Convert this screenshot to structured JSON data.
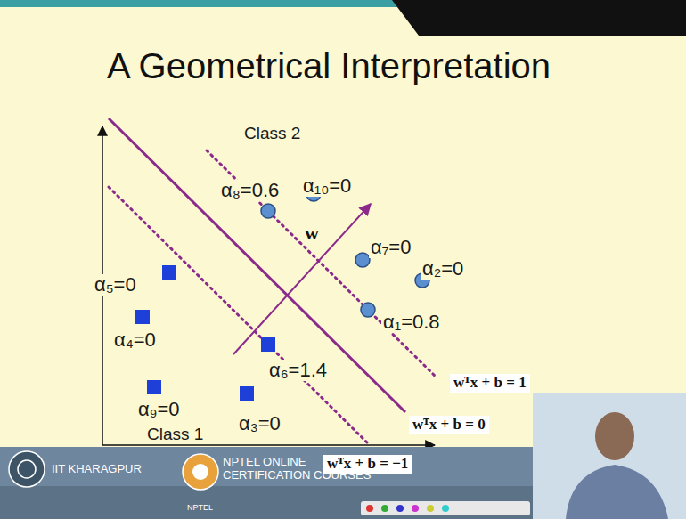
{
  "diagram": {
    "title": "A Geometrical Interpretation",
    "labels": [
      "Class 2",
      "α₈=0.6",
      "α₁₀=0",
      "w",
      "α₇=0",
      "α₂=0",
      "α₅=0",
      "α₁=0.8",
      "α₄=0",
      "α₆=1.4",
      "wᵀx + b = 1",
      "α₉=0",
      "α₃=0",
      "wᵀx + b = 0",
      "Class 1",
      "wᵀx + b = −1",
      "IIT KHARAGPUR",
      "NPTEL ONLINE",
      "CERTIFICATION COURSES",
      "NPTEL"
    ]
  }
}
